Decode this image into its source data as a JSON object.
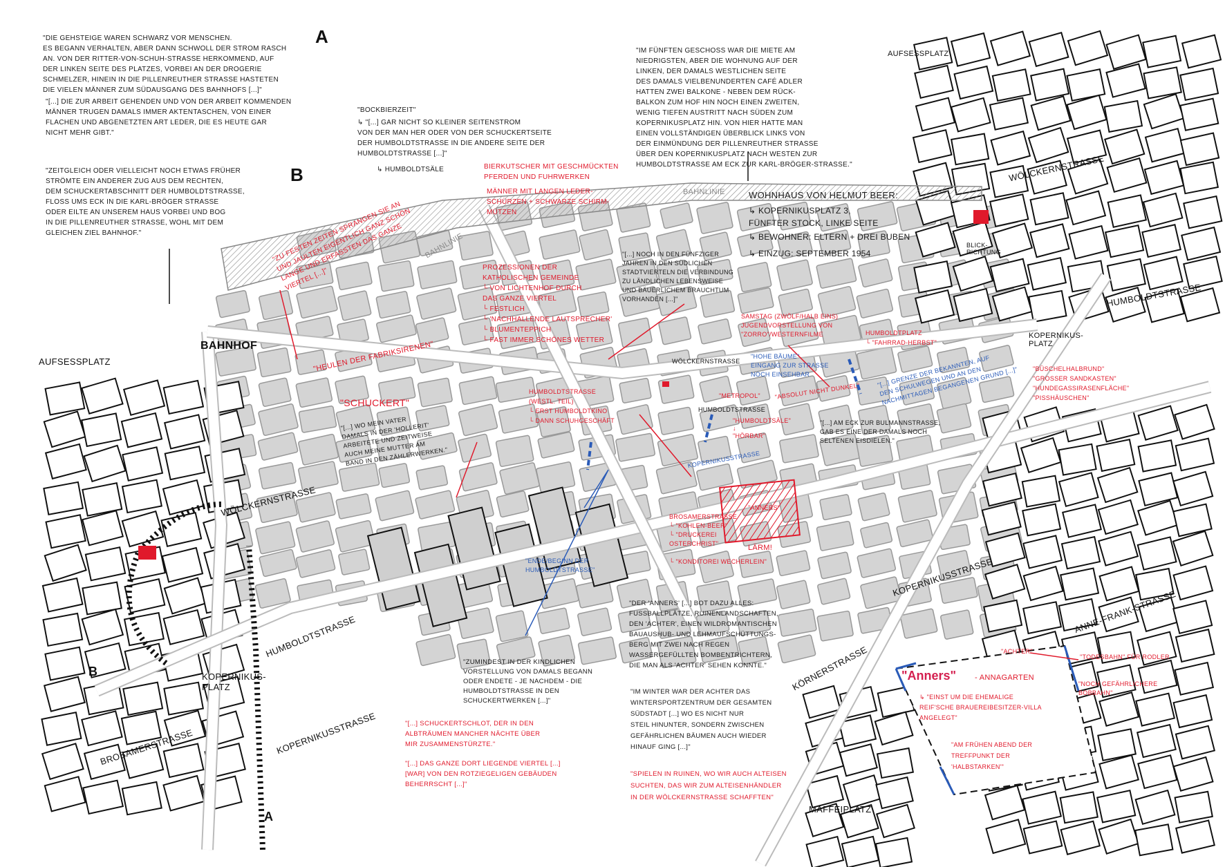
{
  "markers": {
    "a_top": "A",
    "b_top": "B",
    "b_bottom": "B",
    "a_bottom": "A"
  },
  "quotes": {
    "crowd": "\"Die Gehsteige waren schwarz vor Menschen.\nEs begann verhalten, aber dann schwoll der Strom rasch\nan. Von der Ritter-von-Schuh-Straße herkommend, auf\nder linken Seite des Platzes, vorbei an der Drogerie\nSchmelzer, hinein in die Pillenreuther Straße hasteten\ndie vielen Männer zum Südausgang des Bahnhofs [...]\"",
    "briefcases": "\"[...] Die zur Arbeit gehenden und von der Arbeit kommenden\nMänner trugen damals immer Aktentaschen, von einer\nflachen und abgenetzten Art Leder, die es heute gar\nnicht mehr gibt.\"",
    "second_stream": "\"Zeitgleich oder vielleicht noch etwas früher\nströmte ein anderer Zug aus dem Rechten,\ndem Schuckertabschnitt der Humboldtstraße,\nfloss ums Eck in die Karl-Bröger Straße\noder eilte an unserem Haus vorbei und bog\nin die Pillenreuther Straße, wohl mit dem\ngleichen Ziel Bahnhof.\"",
    "bockbier": "\"Bockbierzeit\"",
    "side_stream": "↳ \"[...] gar nicht so kleiner Seitenstrom\nvon der man her oder von der Schuckertseite\nder Humboldtstraße in die andere Seite der\nHumboldtstraße [...]\"",
    "humboldtsaele": "↳ Humboldtsäle",
    "beer_carts": "Bierkutscher mit geschmückten\nPferden und Fuhrwerken",
    "men_aprons": "Männer mit langen Leder-\nschürzen + schwarze Schirm-\nmützen",
    "fifth_floor": "\"Im fünften Geschoss war die Miete am\nniedrigsten, aber die Wohnung auf der\nlinken, der damals westlichen Seite\ndes damals vielbenunderten Café Adler\nhatten zwei Balkone - neben dem Rück-\nbalkon zum Hof hin noch einen zweiten,\nwenig tiefen Austritt nach Süden zum\nKopernikusplatz hin. Von hier hatte man\neinen vollständigen Überblick links von\nder Einmündung der Pillenreuther Straße\nüber den Kopernikusplatz nach Westen zur\nHumboldtstraße am Eck zur Karl-Bröger-Straße.\"",
    "residence_title": "Wohnhaus von Helmut Beer:",
    "residence_address": "↳ Kopernikusplatz 3,\n   Fünfter Stock, linke Seite",
    "residence_occupants": "↳ Bewohner: Eltern + drei Buben",
    "residence_movein": "↳ Einzug: September 1954",
    "fifties": "\"[...] noch in den Fünfziger\nJahren in den südlichen\nStadtvierteln die Verbindung\nzu ländlichen Lebensweise\nund bäuerlichem Brauchtum\nvorhanden [...]\"",
    "festive": "\"Zu festen Zeiten sprangen sie an\nund jaulten eigentlich ganz schön\nlange und erfassten das ganze\nViertel [...]\"",
    "procession": "Prozessionen der\nkatholischen Gemeinde\n└ von Lichtenhof durch\n   das ganze Viertel\n└ festlich\n└ 'nachhallende Lautsprecher'\n└ Blumenteppich\n└ fast immer schönes Wetter",
    "sirens": "\"Heulen der Fabriksirenen\"",
    "schuckert": "\"Schuckert\"",
    "father": "\"[...] Wo mein Vater\ndamals in der 'Hollerit'\narbeitete und zeitweise\nauch meine Mutter am\nBand in den Zählerwerken.\"",
    "humboldt_west": "Humboldtstraße\n(westl. Teil)\n└ erst Humboldtkino\n└ dann Schuhgeschäft",
    "saturday": "Samstag (zwölf/halb eins)\nJugendvorstellung von\n\"Zorro\"/Westernfilme",
    "humboldtplatz": "Humboldtplatz\n└ \"Fahrrad-Herbst\"",
    "tall_trees": "\"Hohe Bäume\"\nEingang zur Straße\nnoch einsehbar",
    "metropol": "\"Metropol\"",
    "not_dark": "\"Absolut nicht dunkel\"",
    "saele_hoerbar": "\"Humboldtsäle\"\n↓\n\"Hörbar\"",
    "boundary": "\"[...] Grenze der Bekannten, auf\nden Schulwegen und an den\nNachmittagen begangenen Grund [...]\"",
    "bulmann": "\"[...] Am Eck zur Bulmannstraße,\ngab es eine der damals noch\nseltenen Eisdielen.\"",
    "kopernikus_features": "\"Büschelhalbrund\"\n\"Großer Sandkasten\"\n\"Hundegassirasenfläche\"\n\"Pisshäuschen\"",
    "brosamer": "Brosamerstraße\n└ \"Kohlen-Beer\"\n└ \"Druckerei\n   Osterchrist\"\n\n└ \"Konditorei Wecherlein\"",
    "noise": "Lärm!",
    "anners_hatch": "\"Anners\"",
    "end_begin": "\"Ende/Beginn der\nHumboldtstraße\"",
    "anners_offered": "\"Der 'Anners' [...] bot dazu alles:\nFußballplätze, Ruinenlandschaften,\nden 'Achter', einen wildromantischen\nBauaushub- und Lehmaufschüttungs-\nberg mit zwei nach Regen\nwassergefüllten Bombentrichtern,\ndie man als 'Achter' sehen konnte.\"",
    "at_least": "\"Zumindest in der kindlichen\nVorstellung von damals begann\noder endete - je nachdem - die\nHumboldtstraße in den\nSchuckertwerken [...]\"",
    "winter": "\"Im Winter war der Achter das\nWintersportzentrum der gesamten\nSüdstadt [...] wo es nicht nur\nsteil hinunter, sondern zwischen\ngefährlichen Bäumen auch wieder\nhinauf ging [...]\"",
    "chimney": "\"[...] Schuckertschlot, der in den\nAlbträumen mancher Nächte über\nmir zusammenstürzte.\"",
    "red_buildings": "\"[...] das ganze dort liegende Viertel [...]\n[war] von den rotziegeligen Gebäuden\nbeherrscht [...]\"",
    "ruins": "\"Spielen in Ruinen, wo wir auch Alteisen\nsuchten, das wir zum Alteisenhändler\nin der Wölckernstraße schafften\"",
    "anners_title": "\"Anners\"",
    "annagarten": "- Annagarten",
    "villa": "↳ \"einst um die ehemalige\nReif'sche Brauereibesitzer-Villa\nangelegt\"",
    "halbstarke": "\"Am frühen Abend der\nTreffpunkt der\n'Halbstarken'\"",
    "achter": "\"Achter\"",
    "death_run": "\"Todesbahn\" für Rodler",
    "bobsleigh": "\"noch gefährlichere\nBobbahn\""
  },
  "streets": {
    "bahnhof": "Bahnhof",
    "aufsessplatz_left": "Aufseßplatz",
    "aufsessplatz_right": "Aufseßplatz",
    "woelckern_left": "Wölckernstraße",
    "woelckern_center": "Wölckernstraße",
    "woelckern_right": "Wölckernstraße",
    "humboldt_left": "Humboldtstraße",
    "humboldt_center": "Humboldtstraße",
    "humboldt_right": "Humboldtstraße",
    "kopernikusplatz_left": "Kopernikus-\nplatz",
    "kopernikusplatz_right": "Kopernikus-\nplatz",
    "brosamer": "Brosamerstraße",
    "kopernikus_left": "Kopernikusstraße",
    "kopernikus_center": "Kopernikusstraße",
    "kopernikus_right": "Kopernikusstraße",
    "koerner": "Körnerstraße",
    "maffeiplatz": "Maffeiplatz",
    "anne_frank": "Anne-Frank-Straße",
    "bahnlinie_top": "Bahnlinie",
    "bahnlinie_diag": "Bahnlinie",
    "blickrichtung": "Blick-\nrichtung"
  },
  "colors": {
    "annotation_red": "#e0192b",
    "annotation_blue": "#2a5bb8",
    "block_gray": "#d4d4d4",
    "ink": "#111111"
  }
}
